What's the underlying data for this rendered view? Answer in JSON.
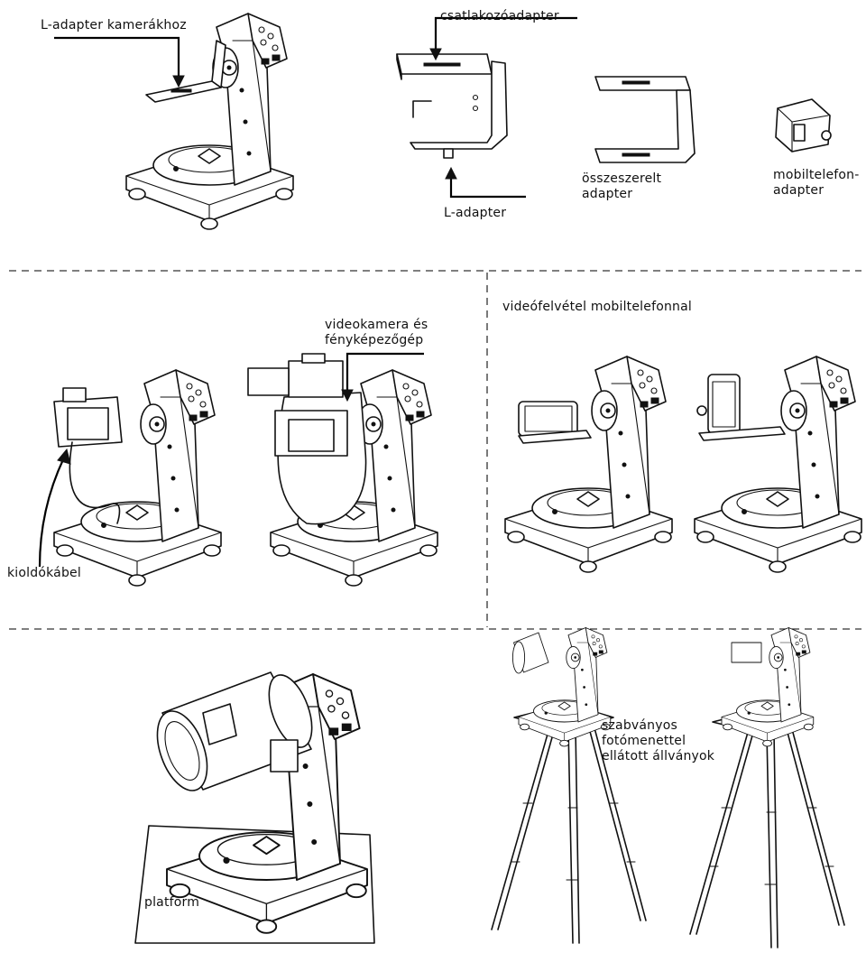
{
  "labels": {
    "l_adapter_camera": "L-adapter kamerákhoz",
    "connector_adapter": "csatlakozóadapter",
    "l_adapter": "L-adapter",
    "assembled_adapter": "összeszerelt\nadapter",
    "phone_adapter": "mobiltelefon-\nadapter",
    "video_camera": "videokamera és\nfényképezőgép",
    "shutter_cable": "kioldókábel",
    "video_phone": "videófelvétel mobiltelefonnal",
    "tripods": "szabványos\nfotómenettel\nellátott állványok",
    "platform": "platform"
  },
  "colors": {
    "line": "#111111",
    "divider": "#333333",
    "background": "#ffffff"
  },
  "icons": {
    "mount": "telescope-mount-icon",
    "bracket": "l-bracket-icon",
    "phone_holder": "phone-holder-icon",
    "tripod": "tripod-icon",
    "telescope": "telescope-tube-icon"
  }
}
